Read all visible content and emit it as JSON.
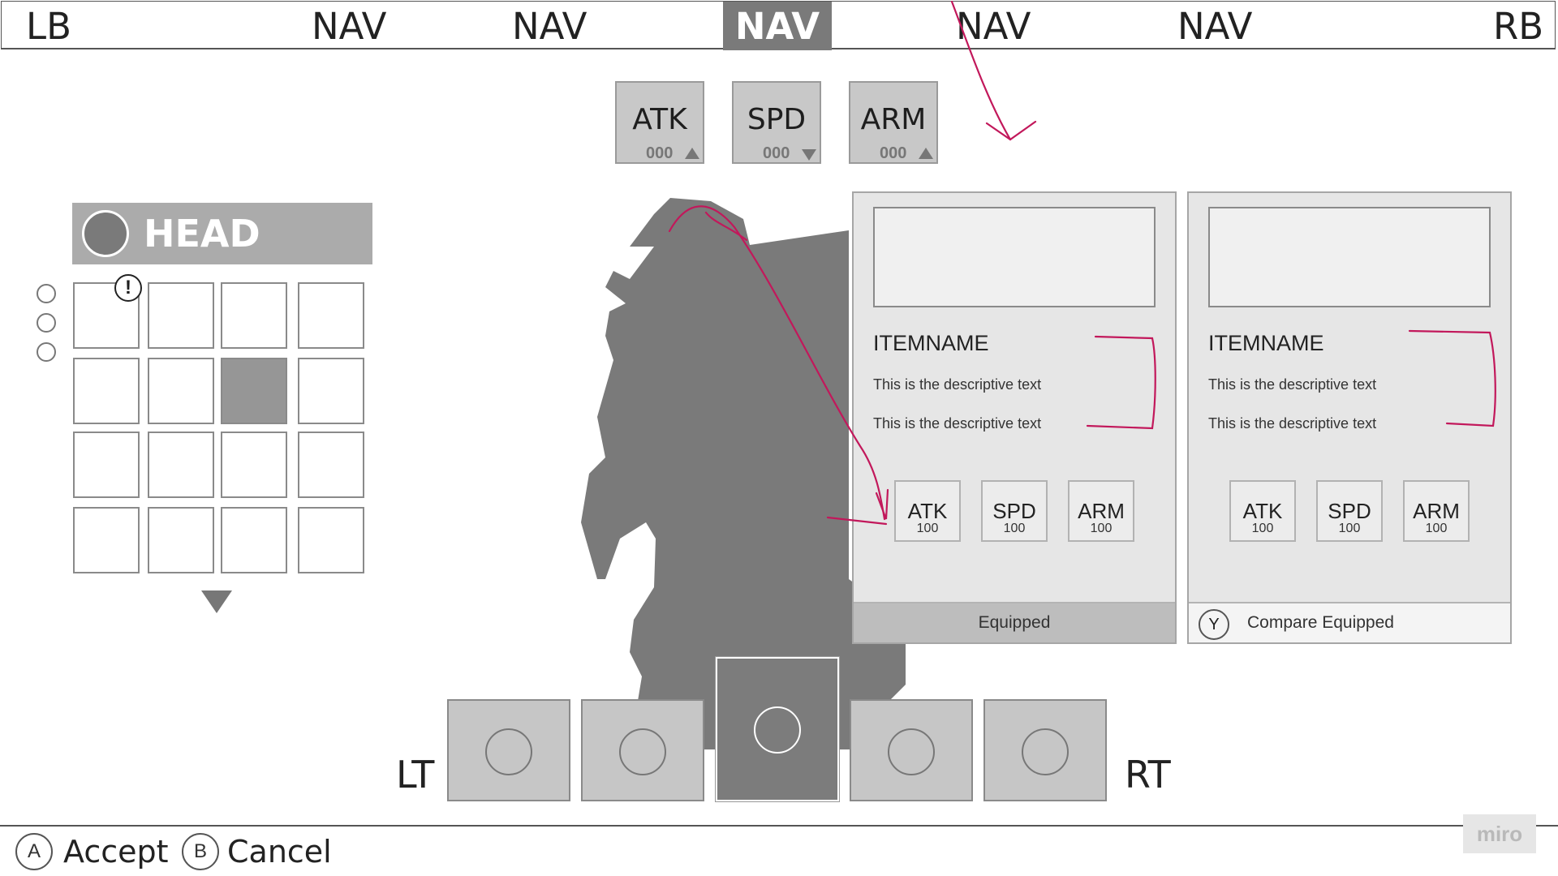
{
  "top_nav": {
    "left_bumper": "LB",
    "right_bumper": "RB",
    "tabs": [
      {
        "label": "NAV",
        "active": false
      },
      {
        "label": "NAV",
        "active": false
      },
      {
        "label": "NAV",
        "active": true
      },
      {
        "label": "NAV",
        "active": false
      },
      {
        "label": "NAV",
        "active": false
      }
    ]
  },
  "stat_summary": [
    {
      "label": "ATK",
      "value": "000",
      "trend": "up"
    },
    {
      "label": "SPD",
      "value": "000",
      "trend": "down"
    },
    {
      "label": "ARM",
      "value": "000",
      "trend": "up"
    }
  ],
  "category": {
    "title": "HEAD",
    "grid_rows": 4,
    "grid_cols": 4,
    "selected_cell": 6,
    "alert_cell": 0,
    "alert_glyph": "!",
    "page_indicators": 3
  },
  "item_cards": [
    {
      "name": "ITEMNAME",
      "desc1": "This is the descriptive text",
      "desc2": "This is the descriptive text",
      "stats": [
        {
          "label": "ATK",
          "value": "100"
        },
        {
          "label": "SPD",
          "value": "100"
        },
        {
          "label": "ARM",
          "value": "100"
        }
      ],
      "footer": "Equipped",
      "footer_button": ""
    },
    {
      "name": "ITEMNAME",
      "desc1": "This is the descriptive text",
      "desc2": "This is the descriptive text",
      "stats": [
        {
          "label": "ATK",
          "value": "100"
        },
        {
          "label": "SPD",
          "value": "100"
        },
        {
          "label": "ARM",
          "value": "100"
        }
      ],
      "footer": "Compare Equipped",
      "footer_button": "Y"
    }
  ],
  "loadout": {
    "left_trigger": "LT",
    "right_trigger": "RT",
    "slot_count": 5,
    "selected_slot": 2
  },
  "bottom_bar": {
    "accept_button": "A",
    "accept_label": "Accept",
    "cancel_button": "B",
    "cancel_label": "Cancel"
  },
  "watermark": "miro",
  "colors": {
    "panel_gray": "#ababab",
    "mech_gray": "#7a7a7a",
    "annotation": "#c2185b"
  }
}
